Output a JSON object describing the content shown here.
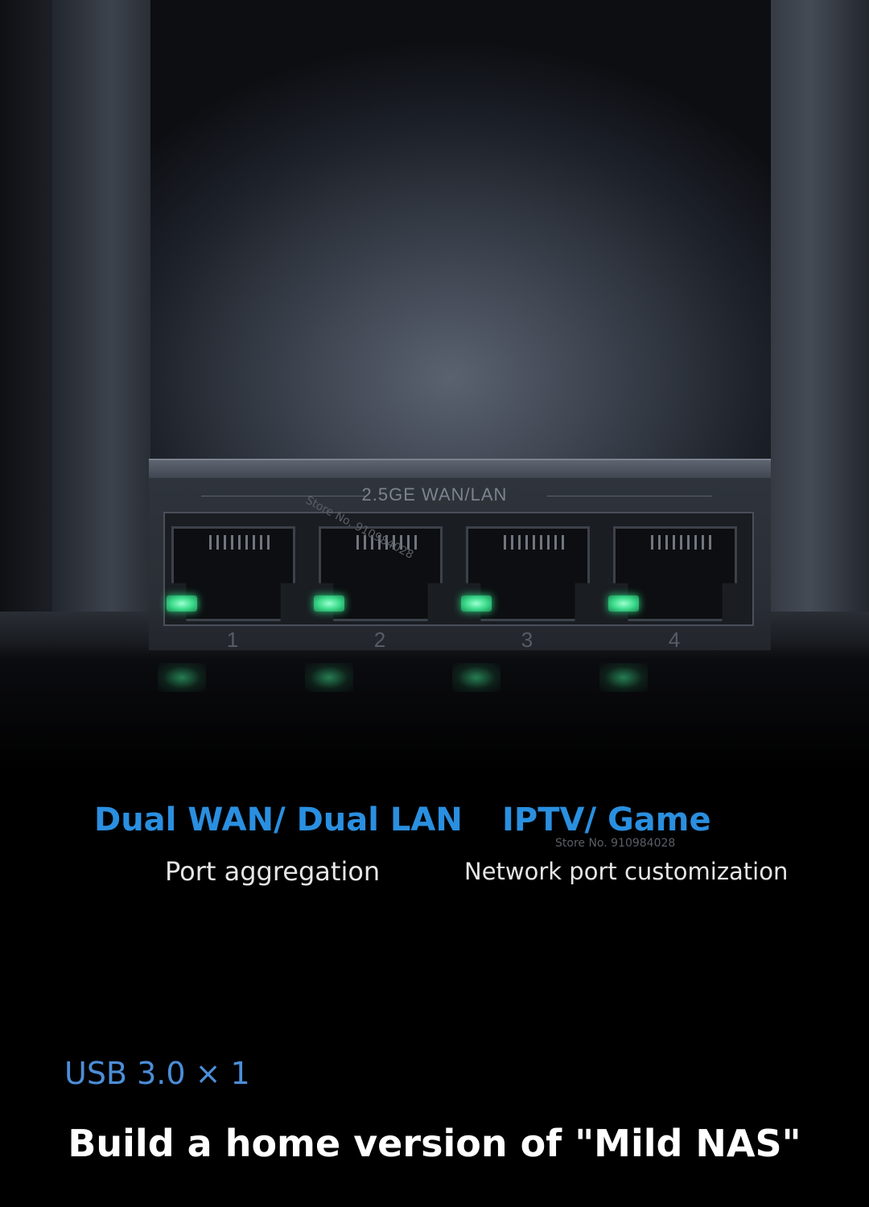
{
  "panel": {
    "label": "2.5GE WAN/LAN",
    "ports": [
      "1",
      "2",
      "3",
      "4"
    ],
    "watermark": "Store No. 910984028"
  },
  "features": [
    {
      "title": "Dual WAN/ Dual LAN",
      "subtitle": "Port aggregation"
    },
    {
      "title": "IPTV/ Game",
      "subtitle": "Network port customization"
    }
  ],
  "watermark": "Store No. 910984028",
  "usb": {
    "label": "USB 3.0 × 1"
  },
  "headline": "Build a home version of \"Mild NAS\"",
  "colors": {
    "accent_blue": "#2a8fe0",
    "usb_blue": "#4c8ed8",
    "led_green": "#3ddc8c",
    "background": "#000000"
  },
  "icons": [
    "ethernet-port-icon",
    "link-led-icon"
  ]
}
